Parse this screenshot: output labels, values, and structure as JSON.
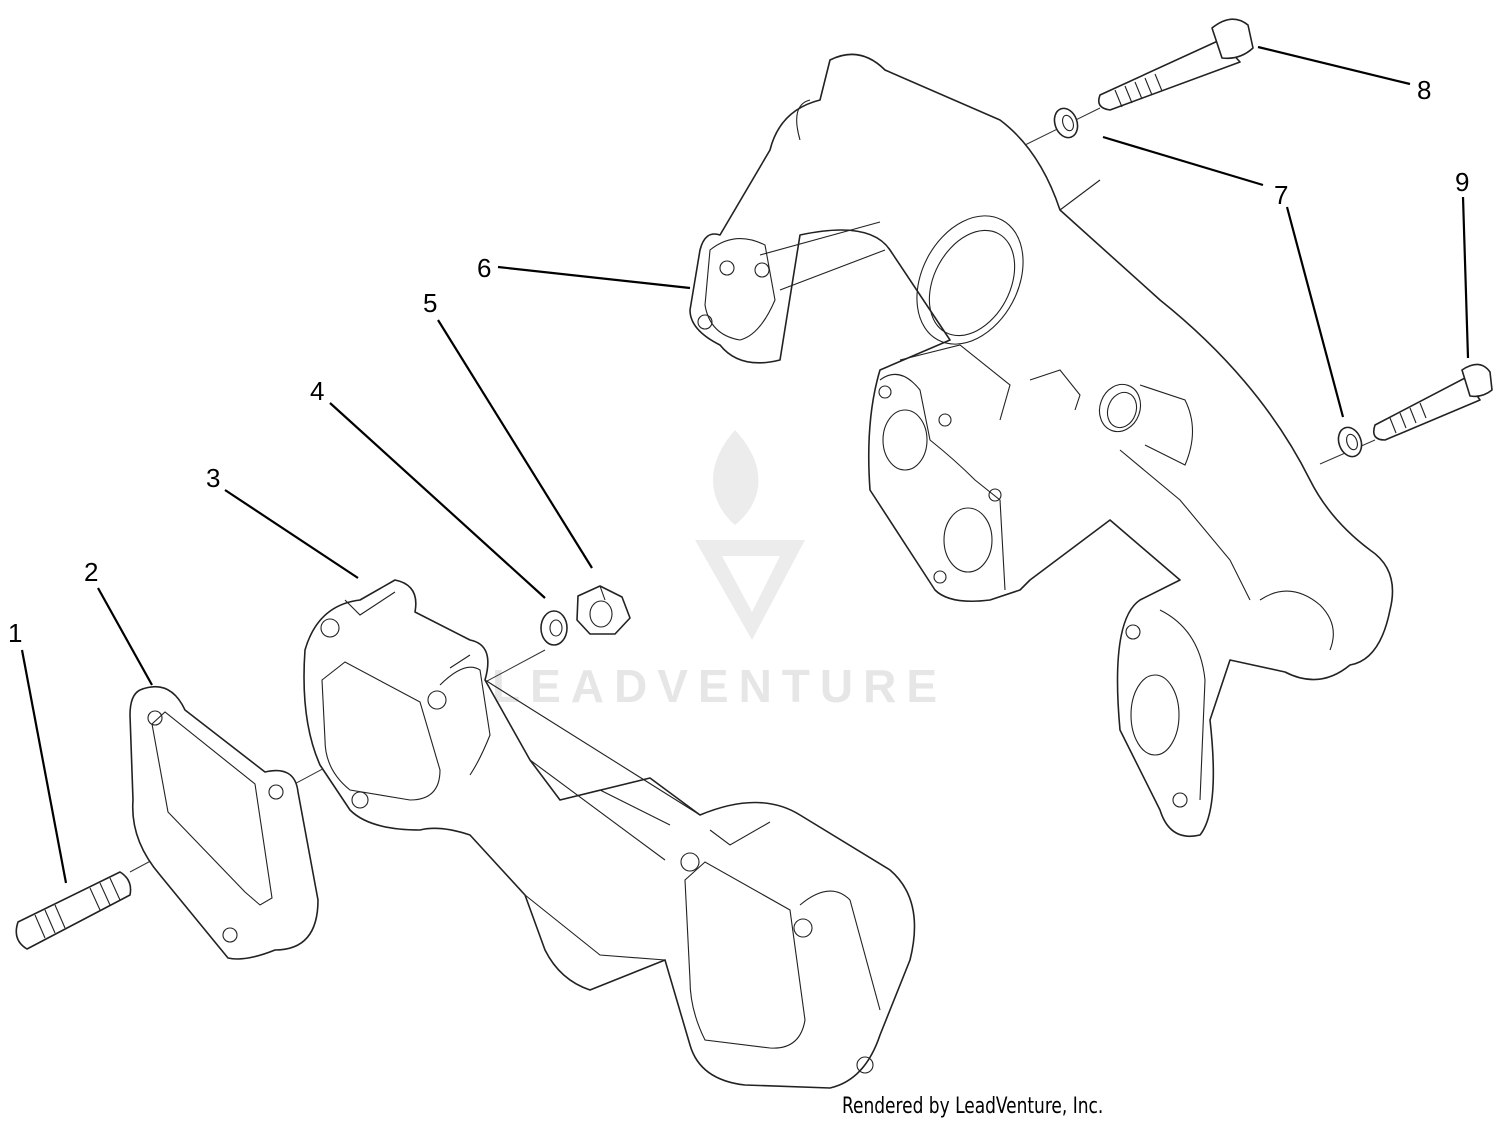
{
  "watermark": {
    "text": "LEADVENTURE"
  },
  "callouts": [
    {
      "id": "1",
      "label": "1"
    },
    {
      "id": "2",
      "label": "2"
    },
    {
      "id": "3",
      "label": "3"
    },
    {
      "id": "4",
      "label": "4"
    },
    {
      "id": "5",
      "label": "5"
    },
    {
      "id": "6",
      "label": "6"
    },
    {
      "id": "7",
      "label": "7"
    },
    {
      "id": "8",
      "label": "8"
    },
    {
      "id": "9",
      "label": "9"
    }
  ],
  "footer": {
    "credit": "Rendered by LeadVenture, Inc."
  }
}
